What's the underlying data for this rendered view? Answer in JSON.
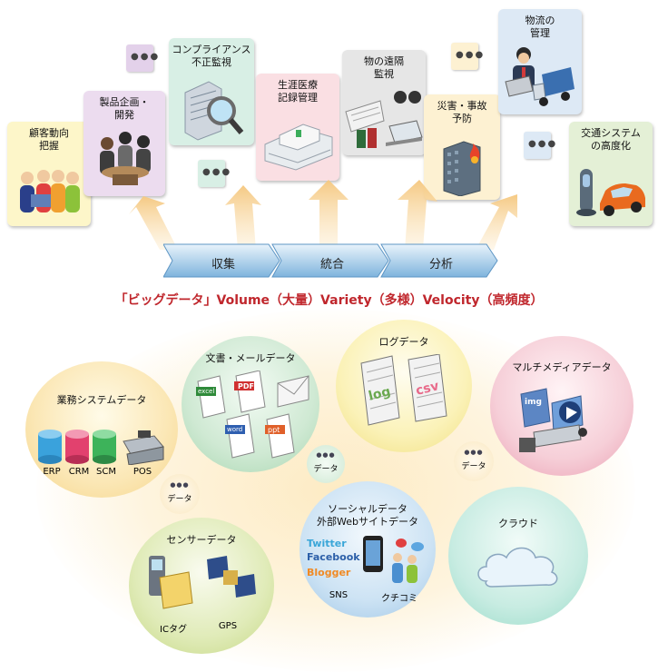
{
  "top_cards": [
    {
      "label": "顧客動向\n把握",
      "color": "#fdf6c9"
    },
    {
      "label": "製品企画・\n開発",
      "color": "#ecdcef"
    },
    {
      "label": "コンプライアンス\n不正監視",
      "color": "#d8efe5"
    },
    {
      "label": "生涯医療\n記録管理",
      "color": "#fadfe3"
    },
    {
      "label": "物の遠隔\n監視",
      "color": "#e6e6e6"
    },
    {
      "label": "災害・事故\n予防",
      "color": "#fdf1d2"
    },
    {
      "label": "物流の\n管理",
      "color": "#dde9f5"
    },
    {
      "label": "交通システム\nの高度化",
      "color": "#e4f0d6"
    }
  ],
  "process_steps": [
    "収集",
    "統合",
    "分析"
  ],
  "headline": "「ビッグデータ」Volume（大量）Variety（多様）Velocity（高頻度）",
  "bubbles": {
    "business": {
      "title": "業務システムデータ",
      "items": [
        "ERP",
        "CRM",
        "SCM",
        "POS"
      ]
    },
    "documents": {
      "title": "文書・メールデータ",
      "file_labels": [
        "excel",
        "PDF",
        "word",
        "ppt"
      ]
    },
    "log": {
      "title": "ログデータ",
      "file_labels": [
        "log",
        "csv"
      ]
    },
    "multimedia": {
      "title": "マルチメディアデータ",
      "file_label": "img"
    },
    "sensor": {
      "title": "センサーデータ",
      "items": [
        "ICタグ",
        "GPS"
      ]
    },
    "social": {
      "title": "ソーシャルデータ\n外部Webサイトデータ",
      "services": [
        "Twitter",
        "Facebook",
        "Blogger"
      ],
      "items": [
        "SNS",
        "クチコミ"
      ]
    },
    "cloud": {
      "title": "クラウド"
    },
    "small_data": [
      "データ",
      "データ",
      "データ"
    ]
  },
  "colors": {
    "headline": "#c0272d",
    "arrow": "#f5c983",
    "process": "#7fb4dd",
    "twitter": "#3aa6d8",
    "facebook": "#2c5fa8",
    "blogger": "#f08a24"
  }
}
